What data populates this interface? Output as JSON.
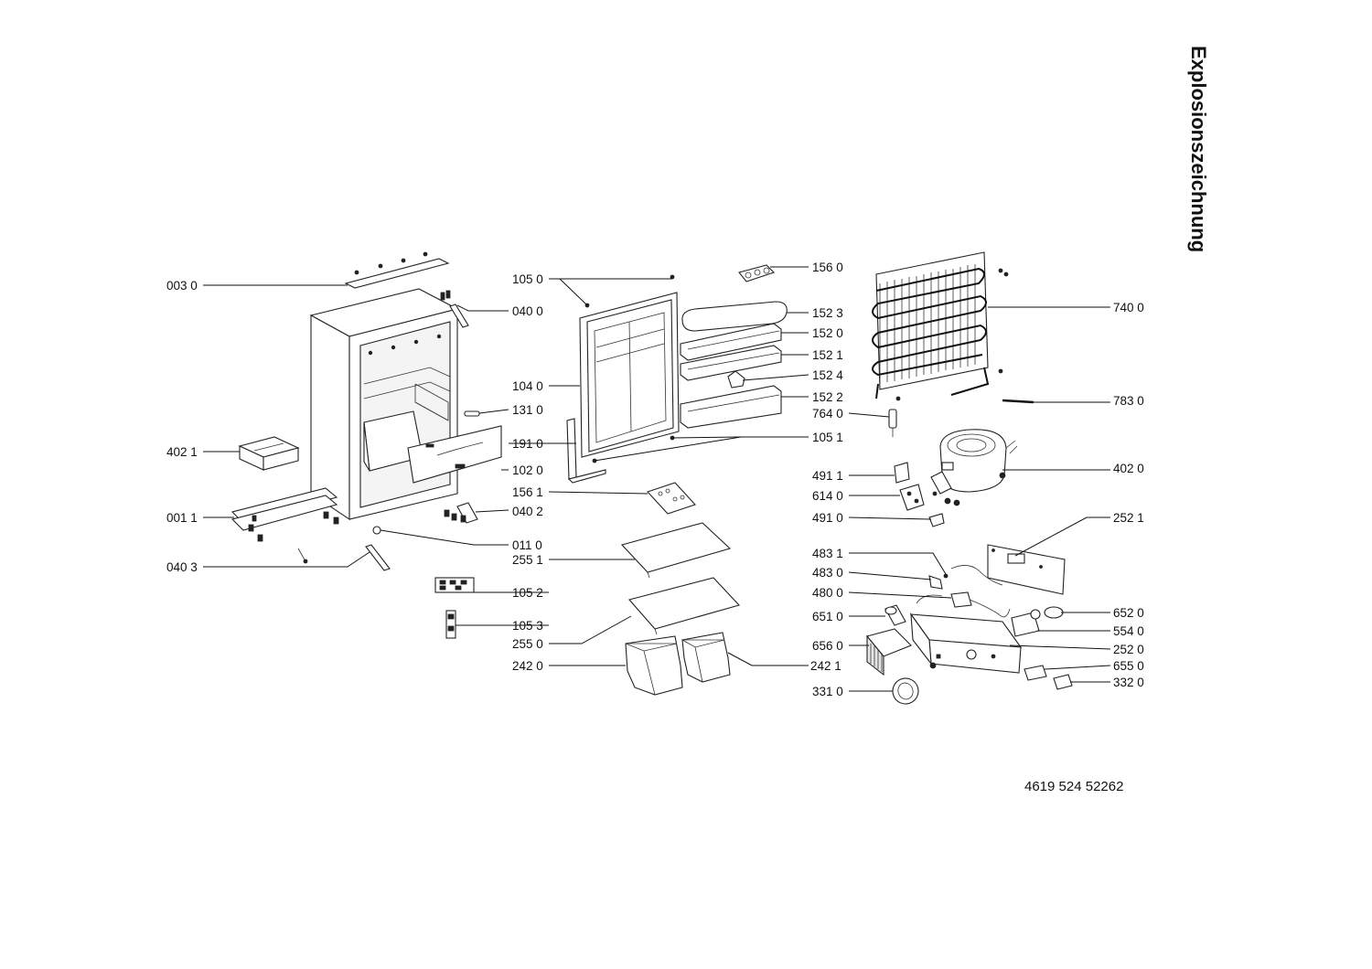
{
  "title": "Explosionszeichnung",
  "document_number": "4619 524 52262",
  "labels": {
    "p0030": "003 0",
    "p4021": "402 1",
    "p0011": "001 1",
    "p0403": "040 3",
    "p0400": "040 0",
    "p1310": "131 0",
    "p1910": "191 0",
    "p1020": "102 0",
    "p0402": "040 2",
    "p0110": "011 0",
    "p1050": "105 0",
    "p1040": "104 0",
    "p1561": "156 1",
    "p2551": "255 1",
    "p1052": "105 2",
    "p1053": "105 3",
    "p2550": "255 0",
    "p2420": "242 0",
    "p2421": "242 1",
    "p1560": "156 0",
    "p1523": "152 3",
    "p1520": "152 0",
    "p1521": "152 1",
    "p1524": "152 4",
    "p1522": "152 2",
    "p7640": "764 0",
    "p1051": "105 1",
    "p4911": "491 1",
    "p6140": "614 0",
    "p4910": "491 0",
    "p4831": "483 1",
    "p4830": "483 0",
    "p4800": "480 0",
    "p6510": "651 0",
    "p6560": "656 0",
    "p3310": "331 0",
    "p7400": "740 0",
    "p7830": "783 0",
    "p4020": "402 0",
    "p2521": "252 1",
    "p6520": "652 0",
    "p5540": "554 0",
    "p2520": "252 0",
    "p6550": "655 0",
    "p3320": "332 0"
  }
}
